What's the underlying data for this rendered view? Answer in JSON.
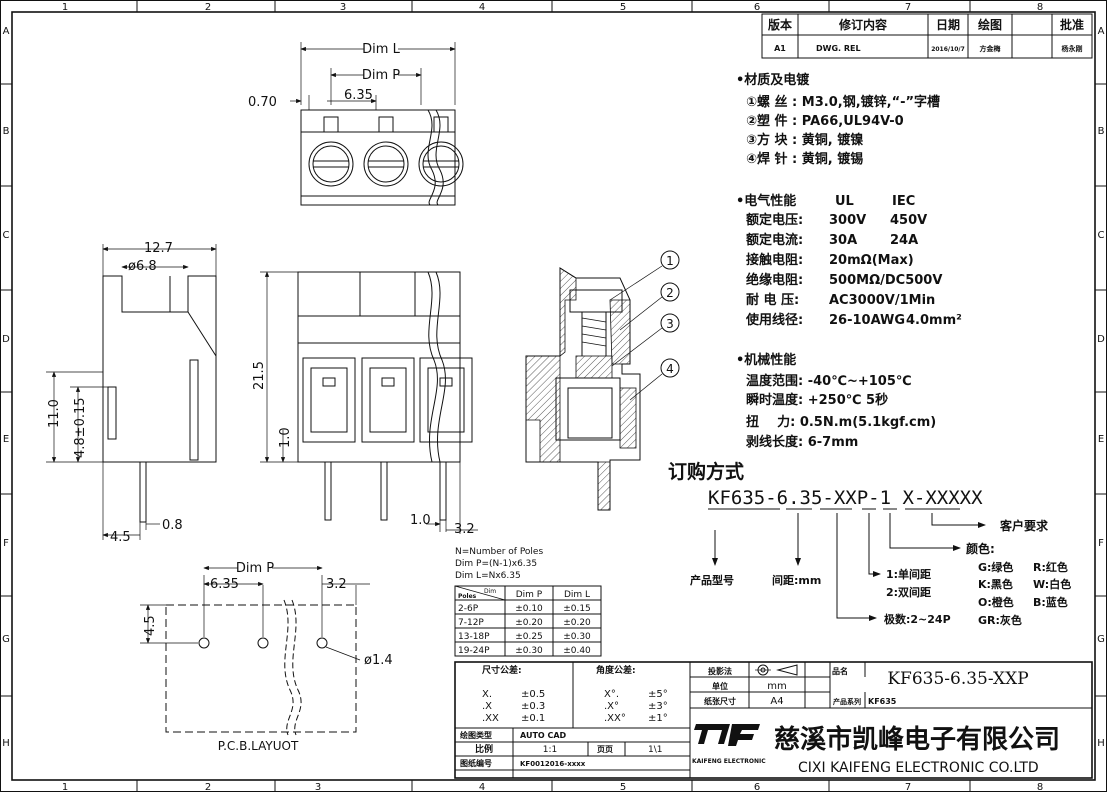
{
  "grid": {
    "cols": [
      "1",
      "2",
      "3",
      "4",
      "5",
      "6",
      "7",
      "8"
    ],
    "rows": [
      "A",
      "B",
      "C",
      "D",
      "E",
      "F",
      "G",
      "H"
    ]
  },
  "revision": {
    "headers": [
      "版本",
      "修订内容",
      "日期",
      "绘图",
      "批准"
    ],
    "row": [
      "A1",
      "DWG. REL",
      "2016/10/7",
      "方金梅",
      "杨永刚"
    ]
  },
  "materials": {
    "title": "•材质及电镀",
    "items": [
      "①螺 丝 : M3.0,钢,镀锌,“-”字槽",
      "②塑 件 : PA66,UL94V-0",
      "③方 块 : 黄铜, 镀镍",
      "④焊 针 : 黄铜, 镀锡"
    ]
  },
  "electrical": {
    "title": "•电气性能",
    "col_ul": "UL",
    "col_iec": "IEC",
    "rows": [
      {
        "label": "额定电压:",
        "ul": "300V",
        "iec": "450V"
      },
      {
        "label": "额定电流:",
        "ul": "30A",
        "iec": "24A"
      },
      {
        "label": "接触电阻:",
        "ul": "20mΩ(Max)",
        "iec": ""
      },
      {
        "label": "绝缘电阻:",
        "ul": "500MΩ/DC500V",
        "iec": ""
      },
      {
        "label": "耐 电 压:",
        "ul": "AC3000V/1Min",
        "iec": ""
      },
      {
        "label": "使用线径:",
        "ul": "26-10AWG",
        "iec": "4.0mm²"
      }
    ]
  },
  "mechanical": {
    "title": "•机械性能",
    "rows": [
      "温度范围: -40℃~+105℃",
      "瞬时温度: +250℃ 5秒",
      "扭    力: 0.5N.m(5.1kgf.cm)",
      "剥线长度: 6-7mm"
    ]
  },
  "ordering": {
    "title": "订购方式",
    "code": "KF635-6.35-XXP-1 X-XXXXX",
    "customer": "客户要求",
    "product_model": "产品型号",
    "pitch": "间距:mm",
    "poles": "极数:2~24P",
    "spacing": [
      "1:单间距",
      "2:双间距"
    ],
    "color_title": "颜色:",
    "colors": [
      "G:绿色",
      "R:红色",
      "K:黑色",
      "W:白色",
      "O:橙色",
      "B:蓝色",
      "GR:灰色"
    ]
  },
  "dims": {
    "dim_l": "Dim L",
    "dim_p": "Dim P",
    "d070": "0.70",
    "d635": "6.35",
    "d127": "12.7",
    "d68": "ø6.8",
    "d11": "11.0",
    "d48": "4.8±0.15",
    "d45": "4.5",
    "d08": "0.8",
    "d215": "21.5",
    "d10v": "1.0",
    "d10h": "1.0",
    "d32": "3.2",
    "pcb_dim_p": "Dim P",
    "pcb_635": "6.35",
    "pcb_32": "3.2",
    "pcb_45": "4.5",
    "pcb_hole": "ø1.4",
    "pcb_label": "P.C.B.LAYUOT"
  },
  "callouts": [
    "1",
    "2",
    "3",
    "4"
  ],
  "notes": {
    "line1": "N=Number of Poles",
    "line2": "Dim P=(N-1)x6.35",
    "line3": "Dim L=Nx6.35"
  },
  "tol_table": {
    "head": [
      "Poles",
      "Dim P",
      "Dim L"
    ],
    "head_corner": "Dim",
    "rows": [
      [
        "2-6P",
        "±0.10",
        "±0.15"
      ],
      [
        "7-12P",
        "±0.20",
        "±0.20"
      ],
      [
        "13-18P",
        "±0.25",
        "±0.30"
      ],
      [
        "19-24P",
        "±0.30",
        "±0.40"
      ]
    ]
  },
  "title_block": {
    "dim_tol": "尺寸公差:",
    "ang_tol": "角度公差:",
    "dim_rows": [
      [
        "X.",
        "±0.5"
      ],
      [
        ".X",
        "±0.3"
      ],
      [
        ".XX",
        "±0.1"
      ]
    ],
    "ang_rows": [
      [
        "X°.",
        "±5°"
      ],
      [
        ".X°",
        "±3°"
      ],
      [
        ".XX°",
        "±1°"
      ]
    ],
    "projection": "投影法",
    "unit_label": "单位",
    "unit": "mm",
    "paper_label": "纸张尺寸",
    "paper": "A4",
    "name_label": "品名",
    "part_name": "KF635-6.35-XXP",
    "series_label": "产品系列",
    "series": "KF635",
    "tool_label": "绘图类型",
    "tool": "AUTO CAD",
    "scale_label": "比例",
    "scale": "1:1",
    "page_label": "页页",
    "page": "1\\1",
    "dwg_no_label": "图纸编号",
    "dwg_no": "KF0012016-xxxx",
    "company_cn": "慈溪市凯峰电子有限公司",
    "company_en": "CIXI KAIFENG ELECTRONIC CO.LTD",
    "logo_text": "KAIFENG ELECTRONIC"
  }
}
